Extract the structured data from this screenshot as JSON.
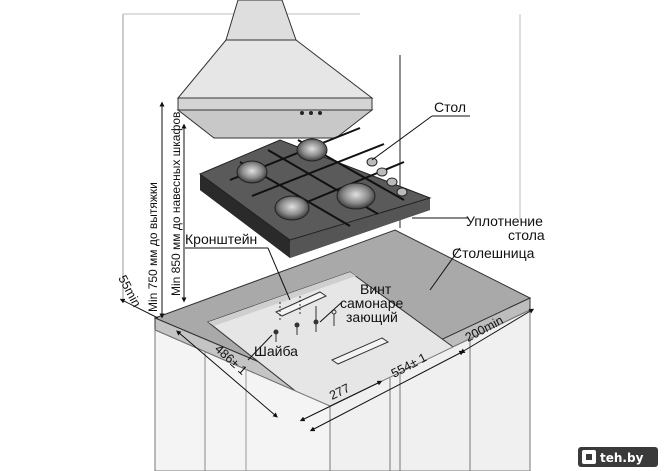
{
  "labels": {
    "table": "Стол",
    "seal_line1": "Уплотнение",
    "seal_line2": "стола",
    "countertop": "Столешница",
    "bracket": "Кронштейн",
    "screw_line1": "Винт",
    "screw_line2": "самонаре",
    "screw_line3": "зающий",
    "washer": "Шайба"
  },
  "dimensions": {
    "min_hood": "Min 750 мм до вытяжки",
    "min_cabinets": "Min 850 мм до навесных шкафов",
    "edge_front": "55min",
    "depth": "486± 1",
    "half_width": "277",
    "width": "554± 1",
    "edge_back": "200min"
  },
  "watermark": {
    "text": "teh.by"
  },
  "colors": {
    "countertop": "#a9a9a9",
    "cutout": "#e6e6e6",
    "hob": "#4a4a4a",
    "hood": "#dedede",
    "cabinet": "#f2f2f2",
    "watermark_bg": "#3a3a3a"
  }
}
